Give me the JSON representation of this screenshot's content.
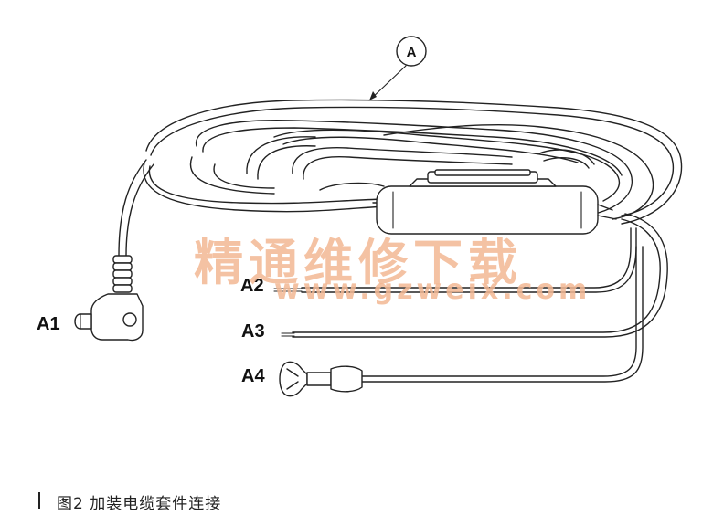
{
  "callout": {
    "letter": "A"
  },
  "connectors": {
    "a1": "A1",
    "a2": "A2",
    "a3": "A3",
    "a4": "A4"
  },
  "watermark": {
    "title": "精通维修下载",
    "url": "www.gzweix.com"
  },
  "caption": "图2   加装电缆套件连接",
  "colors": {
    "line": "#222222",
    "watermark": "#f3b894"
  }
}
